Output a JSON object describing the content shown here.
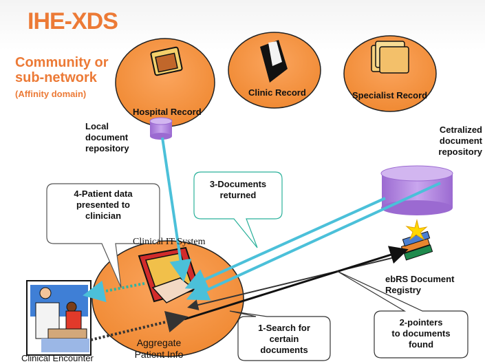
{
  "title": "IHE-XDS",
  "community": {
    "line1": "Community or",
    "line2": "sub-network",
    "affinity": "(Affinity domain)"
  },
  "records": {
    "hospital": "Hospital Record",
    "clinic": "Clinic Record",
    "specialist": "Specialist Record"
  },
  "local_repository": [
    "Local",
    "document",
    "repository"
  ],
  "central_repository": [
    "Cetralized",
    "document",
    "repository"
  ],
  "callouts": {
    "patient_data": [
      "4-Patient data",
      "presented to",
      "clinician"
    ],
    "documents_returned": [
      "3-Documents",
      "returned"
    ],
    "search": [
      "1-Search for",
      "certain",
      "documents"
    ],
    "pointers": [
      "2-pointers",
      "to documents",
      "found"
    ]
  },
  "clinical_it_system": "Clinical IT System",
  "aggregate": [
    "Aggregate",
    "Patient Info"
  ],
  "registry": "ebRS Document Registry",
  "clinical_encounter": "Clinical Encounter",
  "colors": {
    "title_orange": "#ec7a36",
    "ellipse_orange": "#f79646",
    "teal_arrow": "#4bc0d9",
    "repository_purple": "#b58be0"
  }
}
